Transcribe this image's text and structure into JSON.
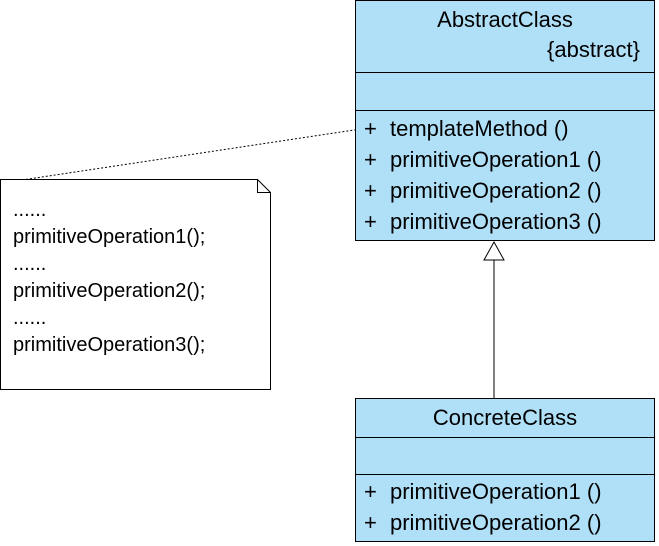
{
  "diagram": {
    "abstract_class": {
      "name": "AbstractClass",
      "stereotype": "{abstract}",
      "operations": [
        {
          "visibility": "+",
          "label": "templateMethod ()"
        },
        {
          "visibility": "+",
          "label": "primitiveOperation1 ()"
        },
        {
          "visibility": "+",
          "label": "primitiveOperation2 ()"
        },
        {
          "visibility": "+",
          "label": "primitiveOperation3 ()"
        }
      ]
    },
    "concrete_class": {
      "name": "ConcreteClass",
      "operations": [
        {
          "visibility": "+",
          "label": "primitiveOperation1 ()"
        },
        {
          "visibility": "+",
          "label": "primitiveOperation2 ()"
        }
      ]
    },
    "note": {
      "lines": [
        "......",
        "primitiveOperation1();",
        "......",
        "primitiveOperation2();",
        "......",
        "primitiveOperation3();"
      ]
    },
    "colors": {
      "class_fill": "#b0e0f8",
      "stroke": "#000000",
      "background": "#ffffff"
    }
  }
}
